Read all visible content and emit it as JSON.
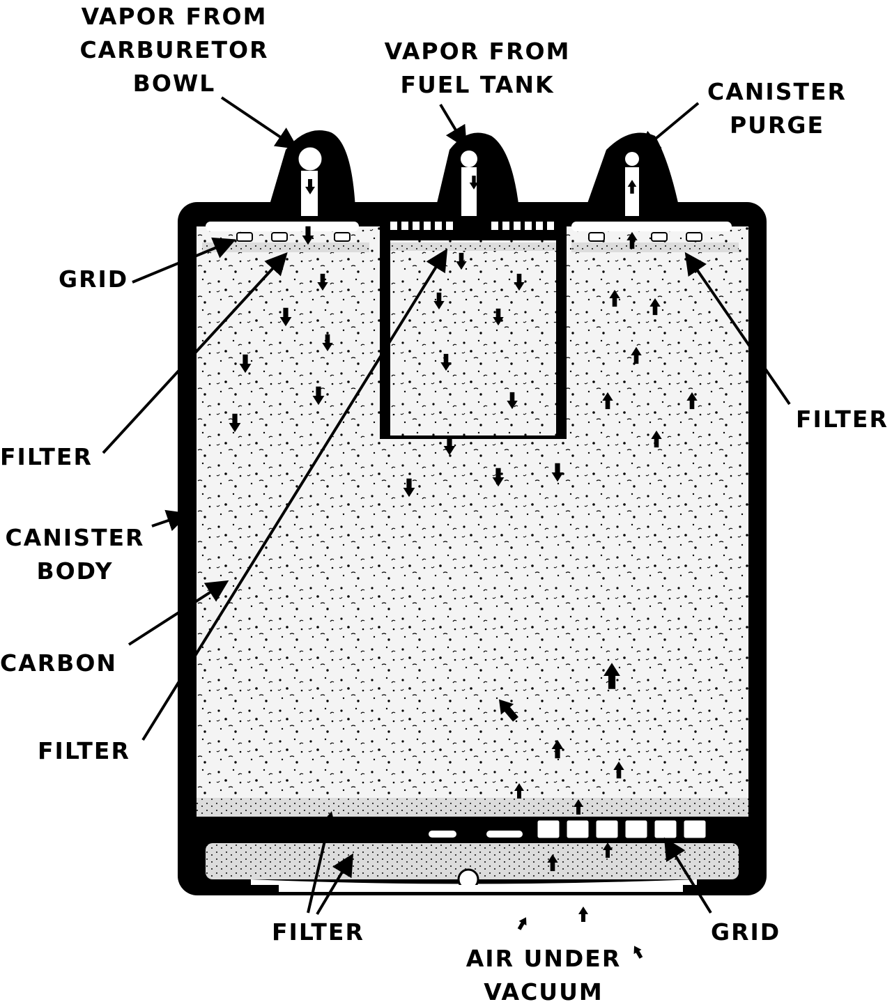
{
  "labels": {
    "vapor_carb": [
      "VAPOR FROM",
      "CARBURETOR",
      "BOWL"
    ],
    "vapor_tank": [
      "VAPOR FROM",
      "FUEL TANK"
    ],
    "purge": [
      "CANISTER",
      "PURGE"
    ],
    "grid_top": "GRID",
    "filter_top_left": "FILTER",
    "filter_top_right": "FILTER",
    "canister_body": [
      "CANISTER",
      "BODY"
    ],
    "carbon": "CARBON",
    "filter_mid_left": "FILTER",
    "filter_bottom": "FILTER",
    "grid_bottom": "GRID",
    "air_vacuum": [
      "AIR UNDER",
      "VACUUM"
    ]
  },
  "colors": {
    "ink": "#000000",
    "paper": "#ffffff",
    "carbon_fill": "#f2f2f2"
  }
}
